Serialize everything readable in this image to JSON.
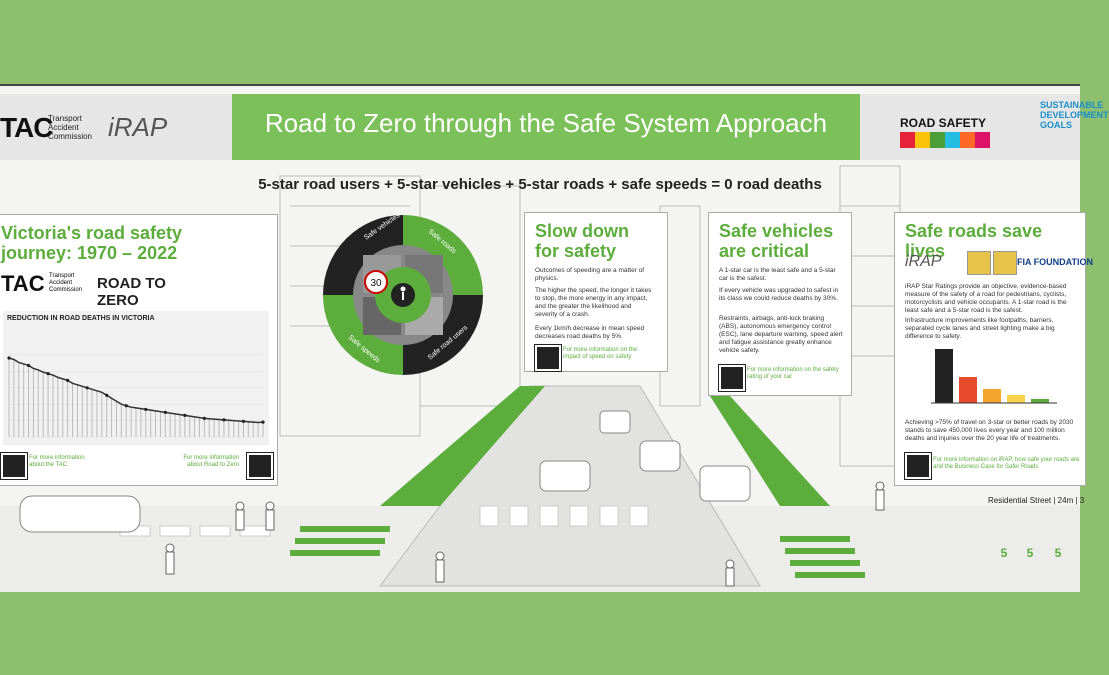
{
  "header": {
    "title": "Road to Zero through the Safe System Approach",
    "tac_logo": "TAC",
    "tac_sub": "Transport Accident Commission",
    "irap_logo": "iRAP",
    "un_text": "ROAD SAFETY",
    "sdg_text": "SUSTAINABLE DEVELOPMENT GOALS"
  },
  "formula": "5-star road users + 5-star vehicles + 5-star roads + safe speeds = 0 road deaths",
  "wheel": {
    "segments": [
      "Safe vehicles",
      "Safe roads",
      "Safe road users",
      "Safe speeds"
    ],
    "center_icon": "walker-icon",
    "speed_sign": "30"
  },
  "victoria": {
    "title": "Victoria's road safety journey: 1970 – 2022",
    "tac_logo": "TAC",
    "tac_sub": "Transport Accident Commission",
    "rtz_logo": "ROAD TO ZERO",
    "chart_title": "REDUCTION IN ROAD DEATHS IN VICTORIA",
    "more_tac": "For more information about the TAC",
    "more_rtz": "For more information about Road to Zero"
  },
  "chart_data": {
    "type": "line",
    "title": "REDUCTION IN ROAD DEATHS IN VICTORIA",
    "xlabel": "",
    "ylabel": "",
    "series": [
      {
        "values": [
          1060,
          1040,
          1000,
          980,
          960,
          920,
          900,
          870,
          850,
          830,
          800,
          780,
          760,
          720,
          700,
          680,
          660,
          640,
          620,
          600,
          560,
          520,
          480,
          440,
          420,
          400,
          390,
          380,
          370,
          360,
          350,
          340,
          330,
          320,
          310,
          300,
          290,
          280,
          270,
          260,
          250,
          245,
          240,
          235,
          230,
          225,
          220,
          215,
          210,
          205,
          200,
          195,
          200
        ]
      }
    ]
  },
  "slow": {
    "title": "Slow down for safety",
    "p1": "Outcomes of speeding are a matter of physics.",
    "p2": "The higher the speed, the longer it takes to stop, the more energy in any impact, and the greater the likelihood and severity of a crash.",
    "p3": "Every 1km/h decrease in mean speed decreases road deaths by 5%.",
    "more": "For more information on the impact of speed on safety"
  },
  "vehicles": {
    "title": "Safe vehicles are critical",
    "p1": "A 1-star car is the least safe and a 5-star car is the safest.",
    "p2": "If every vehicle was upgraded to safest in its class we could reduce deaths by 30%.",
    "p3": "Restraints, airbags, anti-lock braking (ABS), autonomous emergency control (ESC), lane departure warning, speed alert and fatigue assistance greatly enhance vehicle safety.",
    "more": "For more information on the safety rating of your car"
  },
  "roads": {
    "title": "Safe roads save lives",
    "irap": "iRAP",
    "fia": "FIA FOUNDATION",
    "p1": "iRAP Star Ratings provide an objective, evidence-based measure of the safety of a road for pedestrians, cyclists, motorcyclists and vehicle occupants. A 1-star road is the least safe and a 5-star road is the safest.",
    "p2": "Infrastructure improvements like footpaths, barriers, separated cycle lanes and street lighting make a big difference to safety.",
    "p3": "Achieving >75% of travel on 3-star or better roads by 2030 stands to save 450,000 lives every year and 100 million deaths and injuries over the 20 year life of treatments.",
    "more": "For more information on iRAP, how safe your roads are and the Business Case for Safer Roads",
    "street_label": "Residential Street | 24m | 3",
    "star_values": [
      "5",
      "5",
      "5"
    ]
  },
  "colors": {
    "green": "#7cc05a",
    "dark_green": "#5cad3c",
    "bg": "#8dbf6e"
  }
}
